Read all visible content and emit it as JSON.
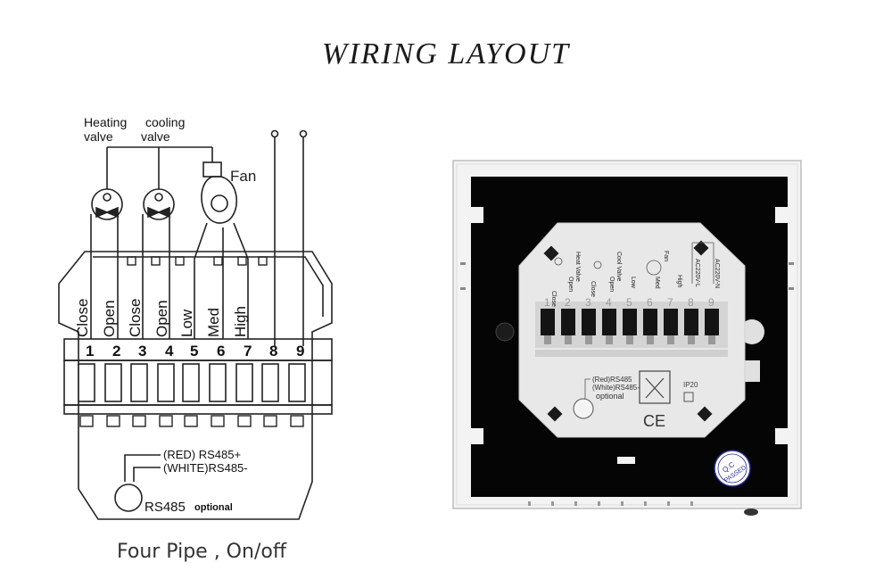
{
  "title": "WIRING LAYOUT",
  "caption": "Four Pipe , On/off",
  "diagram": {
    "valve_labels": [
      "Heating",
      "valve",
      "cooling",
      "valve"
    ],
    "fan_label": "Fan",
    "function_labels": [
      "Close",
      "Open",
      "Close",
      "Open",
      "Low",
      "Med",
      "High"
    ],
    "terminal_numbers": [
      "1",
      "2",
      "3",
      "4",
      "5",
      "6",
      "7",
      "8",
      "9"
    ],
    "rs485_red": "(RED) RS485+",
    "rs485_white": "(WHITE)RS485-",
    "rs485": "RS485",
    "optional": "optional"
  },
  "photo": {
    "labels": [
      "Close",
      "Open",
      "Heat Valve",
      "Close",
      "Open",
      "Cool Valve",
      "Low",
      "Fan",
      "Med",
      "High",
      "AC220V-L",
      "AC220V-N"
    ],
    "terminal_numbers": [
      "1",
      "2",
      "3",
      "4",
      "5",
      "6",
      "7",
      "8",
      "9"
    ],
    "rs485_red": "(Red)RS485",
    "rs485_white": "(White)RS485-",
    "optional": "optional",
    "ip": "IP20",
    "ce": "CE",
    "qc": [
      "Q.C",
      "PASSED"
    ]
  },
  "colors": {
    "line": "#222222",
    "frame": "#f2f2f2",
    "panel": "#050505",
    "module": "#e6e6e6"
  }
}
